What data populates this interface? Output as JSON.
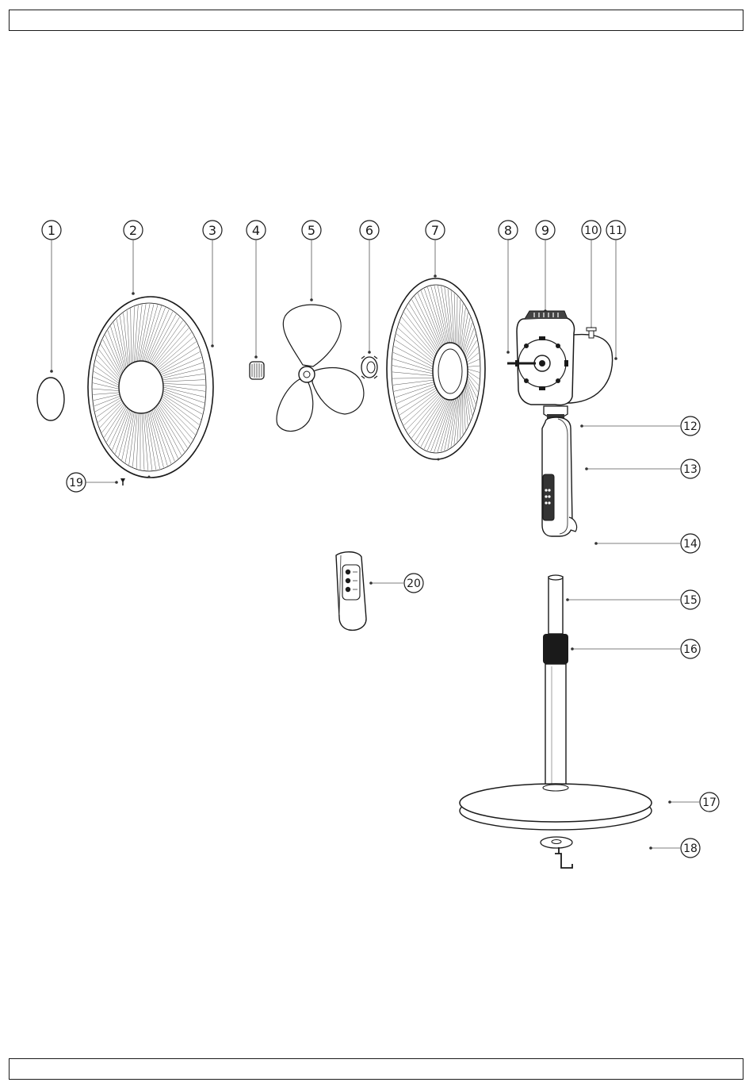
{
  "header": {
    "text": ""
  },
  "footer": {
    "text": ""
  },
  "callouts": {
    "c1": "1",
    "c2": "2",
    "c3": "3",
    "c4": "4",
    "c5": "5",
    "c6": "6",
    "c7": "7",
    "c8": "8",
    "c9": "9",
    "c10": "10",
    "c11": "11",
    "c12": "12",
    "c13": "13",
    "c14": "14",
    "c15": "15",
    "c16": "16",
    "c17": "17",
    "c18": "18",
    "c19": "19",
    "c20": "20"
  }
}
